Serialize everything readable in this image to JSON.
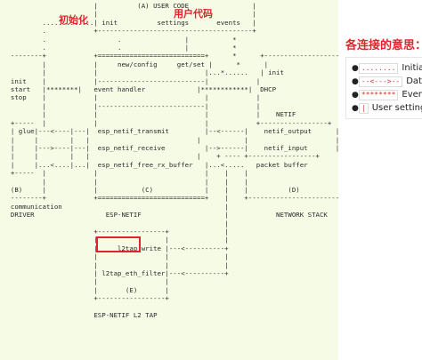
{
  "diagram": {
    "ascii_art": "                       |          (A) USER CODE                |\n                       |                                       |\n          .............| init          settings       events   |\n          .            +---------------------------------------+\n          .                  .                |           *\n          .                  .                |           *\n  --------+            +===========================+      *      +-----------------------+\n          |            |     new/config     get/set |      *      |                       |\n          |            |                           |...*......   | init                  |\n  init    |            |---------------------------|            |                       |\n  start   |********|   event handler             |************|  DHCP                 |\n  stop    |            |                           |            |                       |\n          |            |---------------------------|            |                       |\n          |            |                           |            |    NETIF              |\n  +-----  |            |                           |            +-----------------+     |\n  | glue|---<----|---|  esp_netif_transmit         |--<------|    netif_output      |     |\n  |     |        |   |                           |           |                      |     |\n  |     |--->----|---|  esp_netif_receive          |-->------|    netif_input       |     |\n  |     |        |   |                           |    + ---- +-----------------+     |\n  |     |...<....|...|  esp_netif_free_rx_buffer   |...<.....   packet buffer          |\n  +-----  |            |                           |    |    |                       |\n          |            |                           |    |    |                       |\n  (B)     |            |           (C)             |    |    |          (D)          |\n  --------+            +===========================+    |    +-----------------------+\n  communication                                         |\n  DRIVER                  ESP-NETIF                     |            NETWORK STACK\n                                                        |\n                       +-----------------+              |\n                       |                 |              |\n                       |     l2tap_write |---<----------+\n                       |                 |              |\n                       |                 |              |\n                       | l2tap_eth_filter|---<----------+\n                       |                 |\n                       |       (E)       |\n                       +-----------------+\n\n                       ESP-NETIF L2 TAP",
    "note_init": "初始化",
    "note_user_code": "用户代码"
  },
  "legend": {
    "title": "各连接的意思：",
    "items": [
      {
        "swatch": "........",
        "label": "Initialization line"
      },
      {
        "swatch": "--<--->--",
        "label": "Data packets"
      },
      {
        "swatch": "********",
        "label": "Events aggregated"
      },
      {
        "swatch": "|",
        "label": "User settings and runtime configuration"
      }
    ]
  },
  "colors": {
    "panel_background": "#f6fbe6",
    "annotation_red": "#e0242b"
  }
}
